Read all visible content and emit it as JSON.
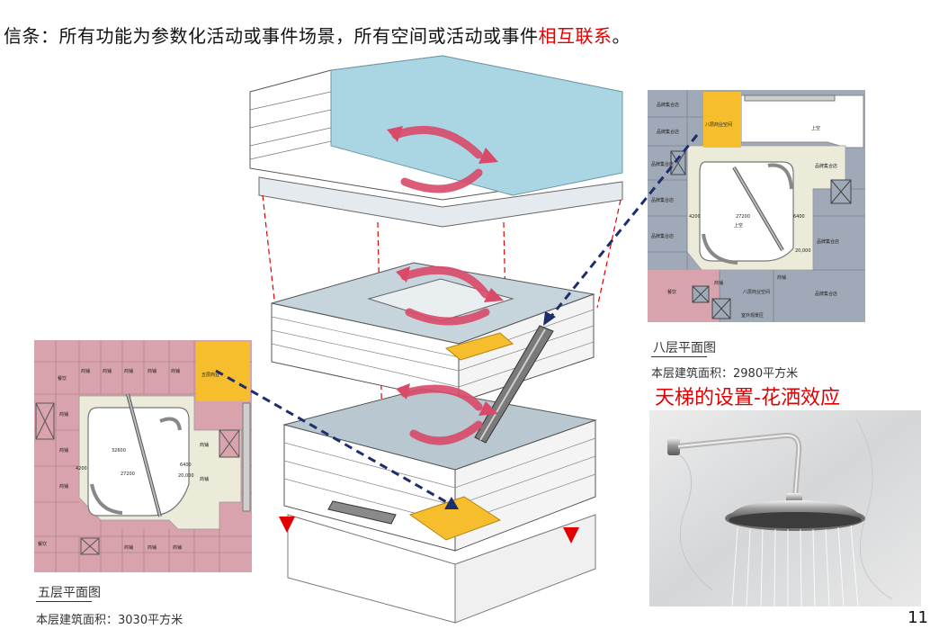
{
  "headline": {
    "main": "信条：所有功能为参数化活动或事件场景，所有空间或活动或事件",
    "accent": "相互联系",
    "end": "。"
  },
  "plan_left": {
    "title": "五层平面图",
    "area_label": "本层建筑面积：3030平方米",
    "labels": {
      "dining_a": "餐饮",
      "dining_b": "餐饮",
      "shop_1": "商铺",
      "shop_2": "商铺",
      "shop_3": "商铺",
      "shop_4": "商铺",
      "shop_5": "商铺",
      "shop_6": "商铺",
      "shop_7": "商铺",
      "shop_8": "商铺",
      "shop_9": "商铺",
      "shop_10": "商铺",
      "shop_11": "商铺",
      "shop_12": "商铺",
      "shop_13": "商铺",
      "highlight": "五层商业",
      "dim_1": "4200",
      "dim_2": "27200",
      "dim_3": "6400",
      "dim_4": "32600",
      "dim_5": "20,000"
    }
  },
  "plan_right": {
    "title": "八层平面图",
    "area_label": "本层建筑面积：2980平方米",
    "labels": {
      "brand_1": "品牌集合店",
      "brand_2": "品牌集合店",
      "brand_3": "品牌集合店",
      "brand_4": "品牌集合店",
      "brand_5": "品牌集合店",
      "brand_6": "品牌集合店",
      "brand_7": "品牌集合店",
      "brand_8": "品牌集合店",
      "highlight": "八层商业空间",
      "void": "上空",
      "void2": "上空",
      "dining": "餐饮",
      "shop_a": "商铺",
      "shop_b": "商铺",
      "eight_commercial": "八层商业空间",
      "outdoor": "室外观景区",
      "dim_1": "4200",
      "dim_2": "27200",
      "dim_3": "6400",
      "dim_4": "20,000"
    }
  },
  "shower": {
    "title": "天梯的设置-花洒效应"
  },
  "page_number": "11",
  "colors": {
    "accent_red": "#e00000",
    "highlight_yellow": "#f6be2c",
    "glass_blue": "#a9d6e2",
    "shop_pink": "#dcaab2",
    "corridor_beige": "#ecebd9",
    "arrow_navy": "#1d2e6b"
  }
}
